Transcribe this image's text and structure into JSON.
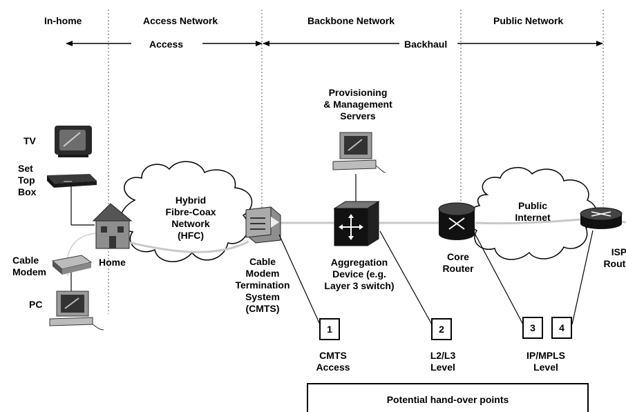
{
  "headers": {
    "in_home": "In-home",
    "access_network": "Access Network",
    "backbone_network": "Backbone Network",
    "public_network": "Public Network"
  },
  "spans": {
    "access": "Access",
    "backhaul": "Backhaul"
  },
  "devices": {
    "tv": "TV",
    "set_top_box": [
      "Set",
      "Top",
      "Box"
    ],
    "cable_modem": [
      "Cable",
      "Modem"
    ],
    "pc": "PC",
    "home": "Home",
    "hfc": [
      "Hybrid",
      "Fibre-Coax",
      "Network",
      "(HFC)"
    ],
    "cmts": [
      "Cable",
      "Modem",
      "Termination",
      "System",
      "(CMTS)"
    ],
    "provisioning": [
      "Provisioning",
      "& Management",
      "Servers"
    ],
    "aggregation": [
      "Aggregation",
      "Device (e.g.",
      "Layer 3 switch)"
    ],
    "core_router": [
      "Core",
      "Router"
    ],
    "public_internet": [
      "Public",
      "Internet"
    ],
    "isp_router": [
      "ISP",
      "Router"
    ]
  },
  "handover": {
    "points": [
      "1",
      "2",
      "3",
      "4"
    ],
    "cmts_access": [
      "CMTS",
      "Access"
    ],
    "l2l3_level": [
      "L2/L3",
      "Level"
    ],
    "ipmpls_level": [
      "IP/MPLS",
      "Level"
    ],
    "title": "Potential hand-over points"
  },
  "colors": {
    "ink": "#000000",
    "device_dark": "#1a1a1a",
    "device_mid": "#8a8a8a",
    "fiber": "#c8c8c8",
    "cloud_fill": "#ffffff"
  }
}
